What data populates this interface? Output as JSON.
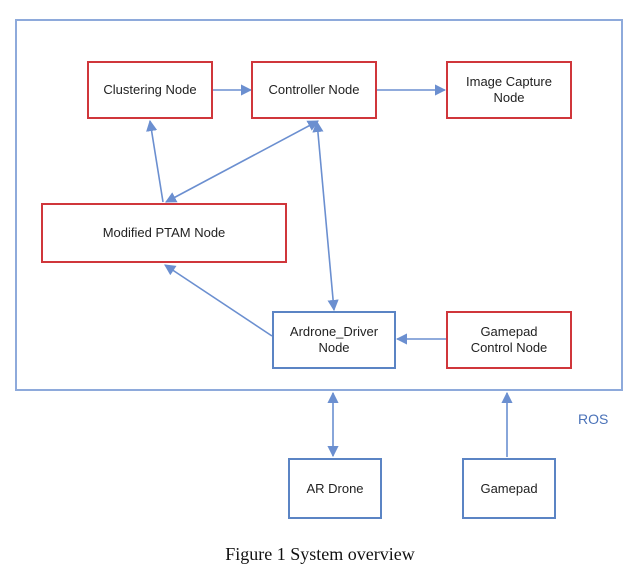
{
  "diagram": {
    "container_label": "ROS",
    "caption": "Figure 1 System overview",
    "nodes": {
      "clustering": "Clustering Node",
      "controller": "Controller Node",
      "image_capture": "Image Capture\nNode",
      "ptam": "Modified PTAM Node",
      "driver": "Ardrone_Driver\nNode",
      "gamepad_control": "Gamepad\nControl Node",
      "ar_drone": "AR Drone",
      "gamepad": "Gamepad"
    },
    "edges": [
      {
        "from": "clustering",
        "to": "controller",
        "direction": "forward"
      },
      {
        "from": "controller",
        "to": "image_capture",
        "direction": "forward"
      },
      {
        "from": "ptam",
        "to": "clustering",
        "direction": "forward"
      },
      {
        "from": "ptam",
        "to": "controller",
        "direction": "both"
      },
      {
        "from": "controller",
        "to": "driver",
        "direction": "both"
      },
      {
        "from": "driver",
        "to": "ptam",
        "direction": "forward"
      },
      {
        "from": "gamepad_control",
        "to": "driver",
        "direction": "forward"
      },
      {
        "from": "ar_drone",
        "to": "ros",
        "direction": "both"
      },
      {
        "from": "gamepad",
        "to": "ros",
        "direction": "forward"
      }
    ],
    "colors": {
      "border": "#8eaadb",
      "ros_node": "#d0363b",
      "device_node": "#5b84c4",
      "arrow": "#6b8fd0"
    }
  }
}
